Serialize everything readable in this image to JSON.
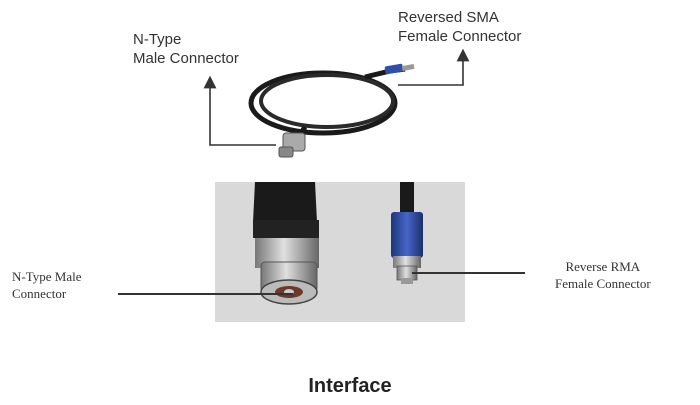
{
  "top_figure": {
    "label_left": [
      "N-Type",
      "Male Connector"
    ],
    "label_right": [
      "Reversed SMA",
      "Female Connector"
    ]
  },
  "bottom_figure": {
    "label_left": [
      "N-Type Male",
      "Connector"
    ],
    "label_right": [
      "Reverse RMA",
      "Female Connector"
    ]
  },
  "caption": "Interface",
  "colors": {
    "cable": "#1a1a1a",
    "sma_sleeve": "#2f4fa8",
    "metal": "#b8b8b8",
    "photo_bg": "#d9d9d9"
  }
}
